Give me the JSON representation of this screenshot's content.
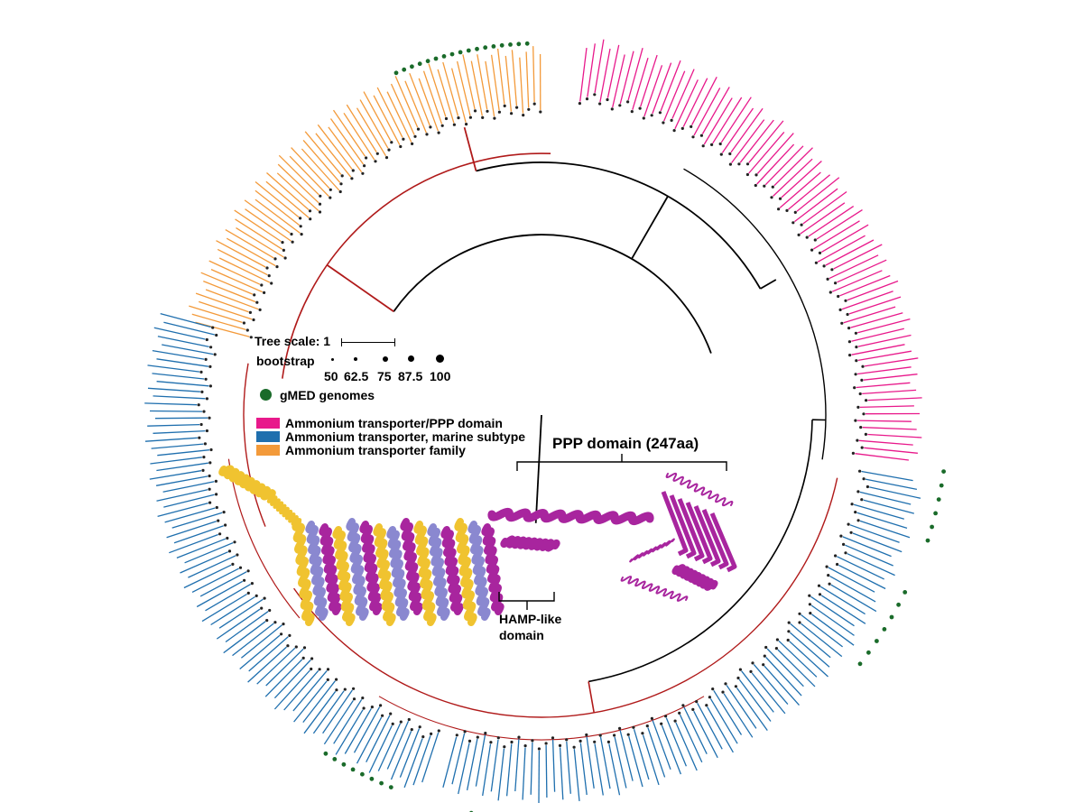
{
  "legend": {
    "tree_scale_label": "Tree scale: 1",
    "bootstrap_label": "bootstrap",
    "bootstrap_values": [
      "50",
      "62.5",
      "75",
      "87.5",
      "100"
    ],
    "gmed_label": "gMED genomes",
    "gmed_color": "#1a6b2a",
    "categories": [
      {
        "label": "Ammonium transporter/PPP domain",
        "color": "#e8198b"
      },
      {
        "label": "Ammonium transporter, marine subtype",
        "color": "#1f6fae"
      },
      {
        "label": "Ammonium transporter family",
        "color": "#f39a3a"
      }
    ]
  },
  "annotations": {
    "ppp_domain": "PPP domain (247aa)",
    "hamp_line1": "HAMP-like",
    "hamp_line2": "domain"
  },
  "colors": {
    "branch_internal": "#000000",
    "branch_clade": "#b01a1a",
    "protein_magenta": "#a8259e",
    "protein_lavender": "#8a88d0",
    "protein_yellow": "#f0c330"
  }
}
